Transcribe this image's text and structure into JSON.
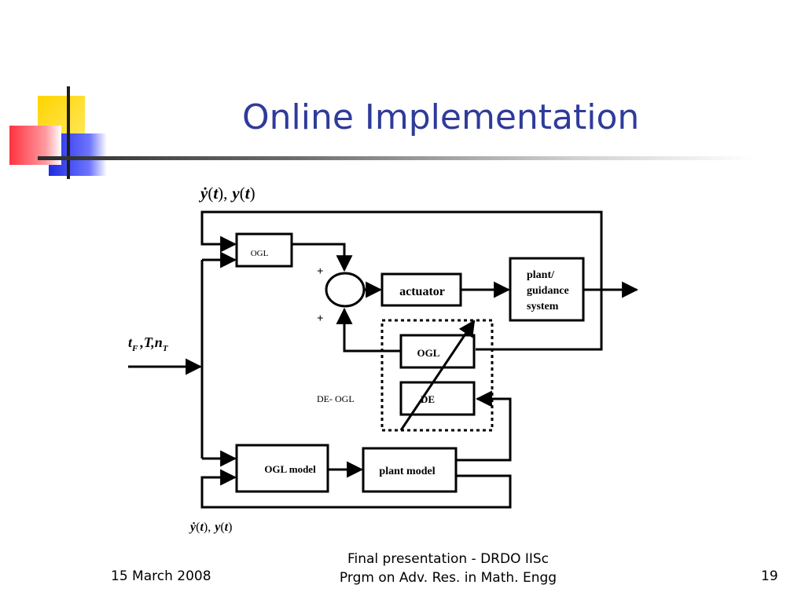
{
  "slide": {
    "title": "Online Implementation",
    "footer": {
      "date": "15 March 2008",
      "center_line1": "Final presentation - DRDO IISc",
      "center_line2": "Prgm on Adv. Res. in Math. Engg",
      "page_number": "19"
    }
  },
  "diagram": {
    "inputs": {
      "t": "t",
      "F": "F",
      "T": "T",
      "n": "n",
      "sub_T": "T",
      "sep": ",",
      "sep2": ","
    },
    "feedback_top": {
      "ydot": "ẏ",
      "open1": "(",
      "t1": "t",
      "close1": "),",
      "y": "y",
      "open2": "(",
      "t2": "t",
      "close2": ")"
    },
    "feedback_bottom": {
      "ydot": "ẏ",
      "open1": "(",
      "t1": "t",
      "close1": "),",
      "y": "y",
      "open2": "(",
      "t2": "t",
      "close2": ")"
    },
    "blocks": {
      "ogl_top": "OGL",
      "actuator": "actuator",
      "plant_line1": "plant/",
      "plant_line2": "guidance",
      "plant_line3": "system",
      "ogl_inner": "OGL",
      "de": "DE",
      "ogl_model": "OGL model",
      "plant_model": "plant model"
    },
    "labels": {
      "plus_top": "+",
      "plus_bottom": "+",
      "de_ogl": "DE- OGL"
    }
  }
}
